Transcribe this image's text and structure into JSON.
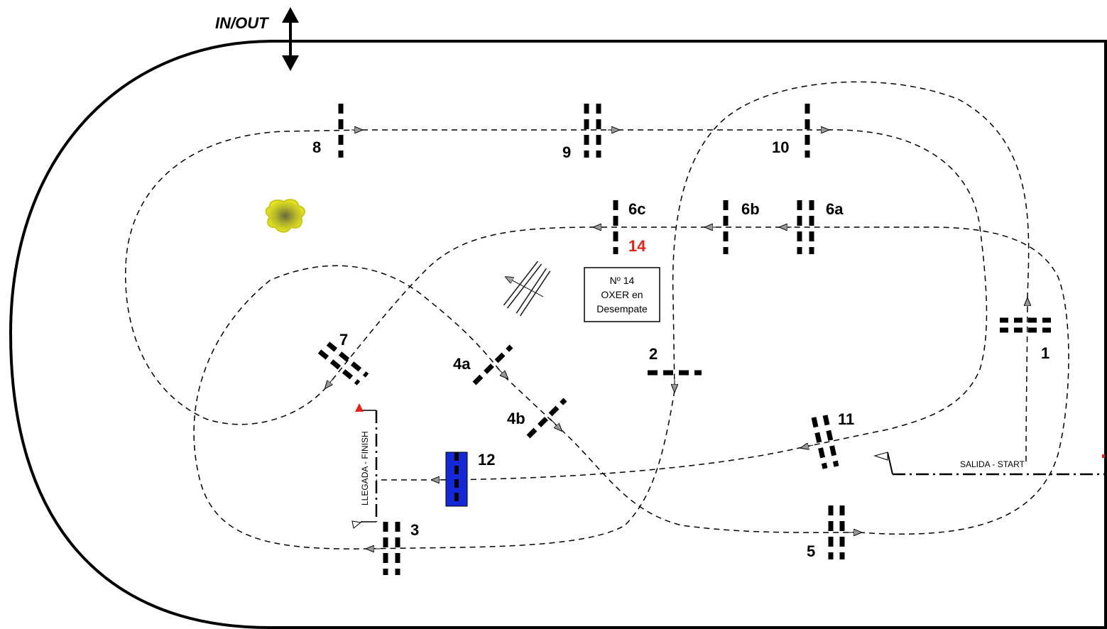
{
  "arena": {
    "inout_label": "IN/OUT",
    "start_label": "SALIDA - START",
    "finish_label": "LLEGADA - FINISH"
  },
  "note": {
    "line1": "Nº 14",
    "line2": "OXER en",
    "line3": "Desempate"
  },
  "jumps": [
    {
      "id": "1",
      "label": "1"
    },
    {
      "id": "2",
      "label": "2"
    },
    {
      "id": "3",
      "label": "3"
    },
    {
      "id": "4a",
      "label": "4a"
    },
    {
      "id": "4b",
      "label": "4b"
    },
    {
      "id": "5",
      "label": "5"
    },
    {
      "id": "6a",
      "label": "6a"
    },
    {
      "id": "6b",
      "label": "6b"
    },
    {
      "id": "6c",
      "label": "6c"
    },
    {
      "id": "7",
      "label": "7"
    },
    {
      "id": "8",
      "label": "8"
    },
    {
      "id": "9",
      "label": "9"
    },
    {
      "id": "10",
      "label": "10"
    },
    {
      "id": "11",
      "label": "11"
    },
    {
      "id": "12",
      "label": "12"
    },
    {
      "id": "14",
      "label": "14"
    }
  ],
  "colors": {
    "line": "#000000",
    "water_jump": "#1428d8",
    "highlight": "#e8201a",
    "bush": "#d8d820"
  }
}
